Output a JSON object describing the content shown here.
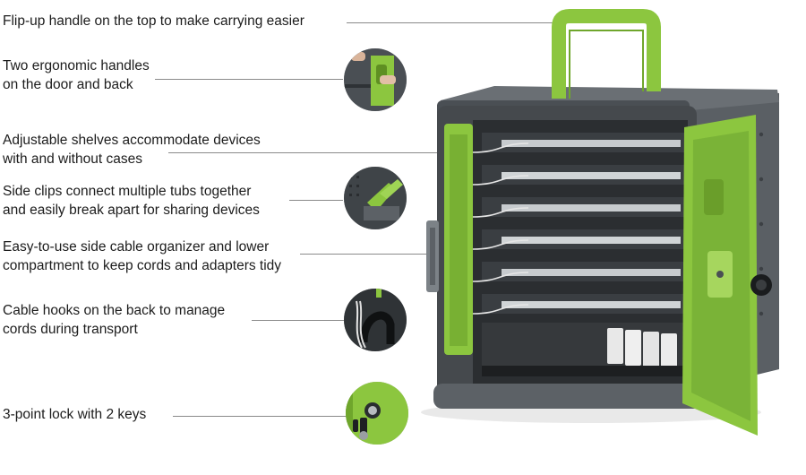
{
  "features": [
    {
      "id": "handle-top",
      "lines": [
        "Flip-up handle on the top to make carrying easier"
      ],
      "icon": "handle-icon"
    },
    {
      "id": "handles-door",
      "lines": [
        "Two ergonomic handles",
        "on the door and back"
      ],
      "icon": "door-handle-thumbnail"
    },
    {
      "id": "shelves",
      "lines": [
        "Adjustable shelves accommodate devices",
        "with and without cases"
      ],
      "icon": "shelf-icon"
    },
    {
      "id": "side-clips",
      "lines": [
        "Side clips connect multiple tubs together",
        "and easily break apart for sharing devices"
      ],
      "icon": "side-clip-thumbnail"
    },
    {
      "id": "cable-organizer",
      "lines": [
        "Easy-to-use side cable organizer and lower",
        "compartment to keep cords and adapters tidy"
      ],
      "icon": "cable-organizer-icon"
    },
    {
      "id": "cable-hooks",
      "lines": [
        "Cable hooks on the back to manage",
        "cords during transport"
      ],
      "icon": "cable-hook-thumbnail"
    },
    {
      "id": "lock",
      "lines": [
        "3-point lock with 2 keys"
      ],
      "icon": "lock-thumbnail"
    }
  ],
  "colors": {
    "accent_green": "#8cc63f",
    "body_gray": "#5c6166",
    "dark_gray": "#3d4145",
    "label_text": "#1c1c1c",
    "leader_line": "#8a8a8a"
  }
}
